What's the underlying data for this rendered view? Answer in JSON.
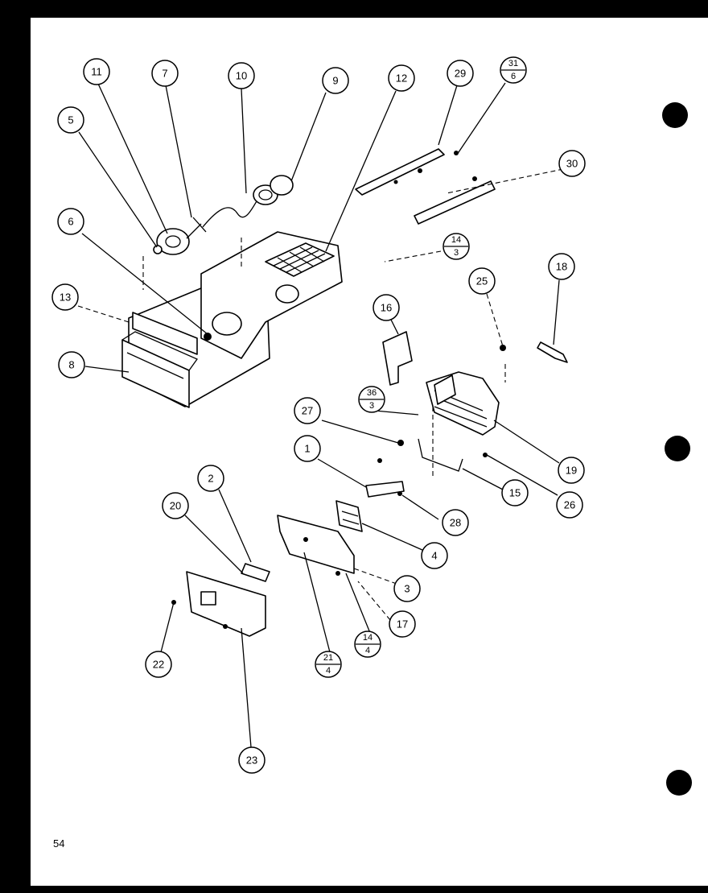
{
  "page_number": "54",
  "callouts": {
    "c11": "11",
    "c7": "7",
    "c10": "10",
    "c9": "9",
    "c12": "12",
    "c29": "29",
    "c5": "5",
    "c6": "6",
    "c30": "30",
    "c13": "13",
    "c8": "8",
    "c25": "25",
    "c18": "18",
    "c16": "16",
    "c27": "27",
    "c1": "1",
    "c19": "19",
    "c15": "15",
    "c26": "26",
    "c2": "2",
    "c20": "20",
    "c28": "28",
    "c4": "4",
    "c3": "3",
    "c17": "17",
    "c22": "22",
    "c23": "23",
    "c31_6": {
      "top": "31",
      "bottom": "6"
    },
    "c14_3": {
      "top": "14",
      "bottom": "3"
    },
    "c36_3": {
      "top": "36",
      "bottom": "3"
    },
    "c21_4": {
      "top": "21",
      "bottom": "4"
    },
    "c14_4": {
      "top": "14",
      "bottom": "4"
    }
  }
}
